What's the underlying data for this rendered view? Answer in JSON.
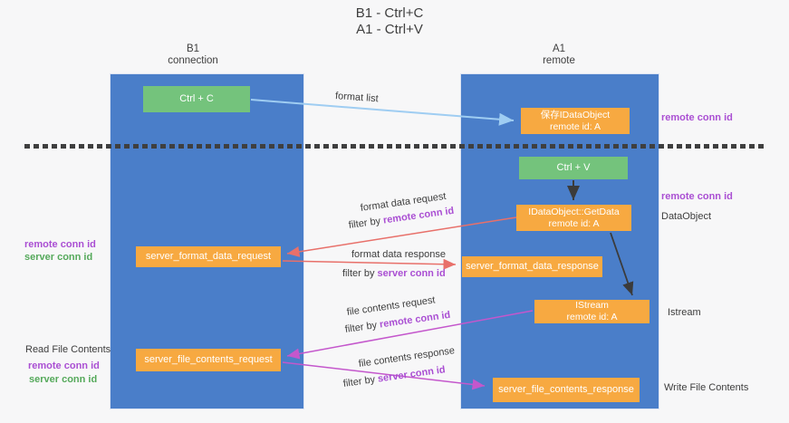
{
  "title": {
    "line1": "B1 - Ctrl+C",
    "line2": "A1 - Ctrl+V"
  },
  "columns": {
    "left": {
      "name": "B1",
      "role": "connection"
    },
    "right": {
      "name": "A1",
      "role": "remote"
    }
  },
  "boxes": {
    "ctrl_c": "Ctrl + C",
    "ctrl_v": "Ctrl + V",
    "save_idataobject": {
      "line1": "保存IDataObject",
      "line2": "remote id: A"
    },
    "getdata": {
      "line1": "IDataObject::GetData",
      "line2": "remote id: A"
    },
    "istream": {
      "line1": "IStream",
      "line2": "remote id: A"
    },
    "server_format_data_request": "server_format_data_request",
    "server_format_data_response": "server_format_data_response",
    "server_file_contents_request": "server_file_contents_request",
    "server_file_contents_response": "server_file_contents_response"
  },
  "arrow_labels": {
    "format_list": "format list",
    "format_data_request": "format data request",
    "format_data_response": "format data response",
    "file_contents_request": "file contents request",
    "file_contents_response": "file contents response",
    "filter_by": "filter by ",
    "remote_conn_id": "remote conn id",
    "server_conn_id": "server conn id"
  },
  "side_labels": {
    "remote_conn_id": "remote conn id",
    "server_conn_id": "server conn id",
    "dataobject": "DataObject",
    "istream": "Istream",
    "read_file_contents": "Read File Contents",
    "write_file_contents": "Write File Contents"
  },
  "colors": {
    "background": "#f7f7f8",
    "column_blue": "#4a7ec9",
    "box_orange": "#f7a941",
    "box_green": "#74c37c",
    "purple_text": "#aa4fd3",
    "green_text": "#55a95b",
    "arrow_red": "#e8706a",
    "arrow_magenta": "#c457cc",
    "arrow_lightblue": "#9fcdf2",
    "arrow_black": "#3b3b3b"
  }
}
